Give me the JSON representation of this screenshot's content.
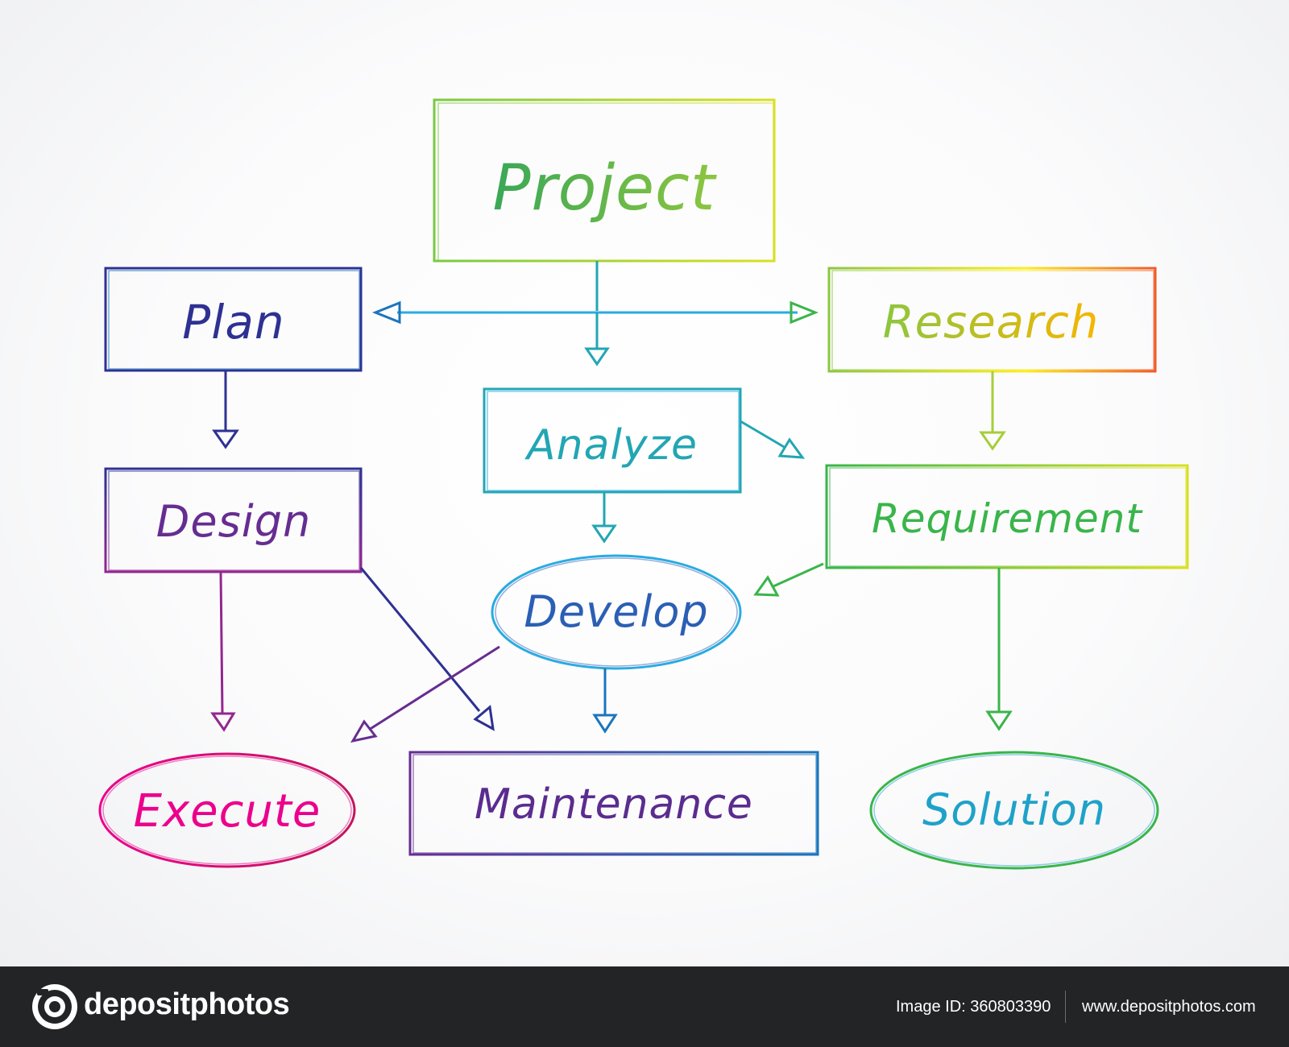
{
  "diagram": {
    "nodes": {
      "project": "Project",
      "plan": "Plan",
      "research": "Research",
      "analyze": "Analyze",
      "design": "Design",
      "requirement": "Requirement",
      "develop": "Develop",
      "execute": "Execute",
      "maintenance": "Maintenance",
      "solution": "Solution"
    },
    "colors": {
      "project_text": "#3fae4a",
      "project_border": "#8cc63f",
      "plan": "#2e3192",
      "research": "#a6ce39",
      "analyze": "#22a6b3",
      "design": "#662d91",
      "requirement": "#39b54a",
      "develop": "#2b5fb4",
      "execute": "#ec008c",
      "maintenance": "#5b2c8f",
      "solution": "#1fa2c8"
    }
  },
  "footer": {
    "brand": "depositphotos",
    "image_id": "Image ID: 360803390",
    "url": "www.depositphotos.com"
  }
}
